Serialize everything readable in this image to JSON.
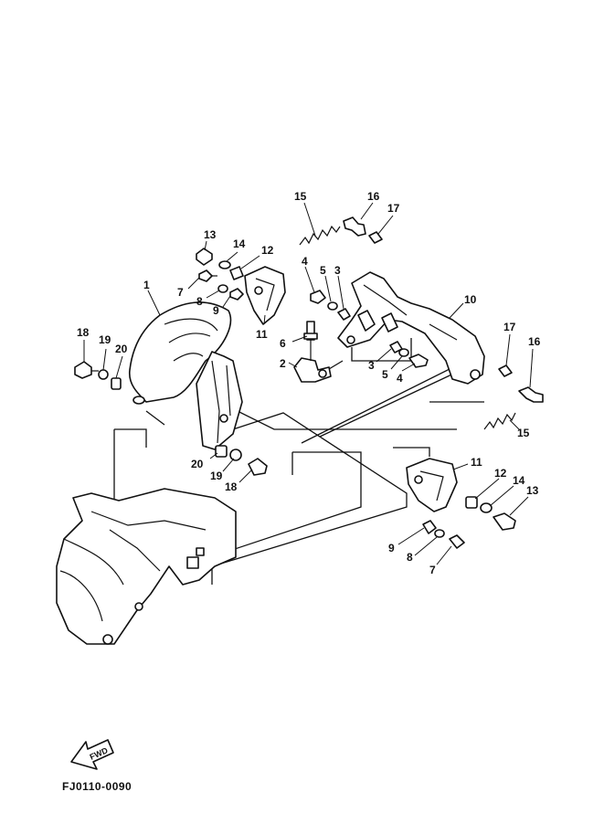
{
  "callouts": [
    {
      "id": "c1",
      "text": "1"
    },
    {
      "id": "c2",
      "text": "2"
    },
    {
      "id": "c3a",
      "text": "3"
    },
    {
      "id": "c3b",
      "text": "3"
    },
    {
      "id": "c4a",
      "text": "4"
    },
    {
      "id": "c4b",
      "text": "4"
    },
    {
      "id": "c5a",
      "text": "5"
    },
    {
      "id": "c5b",
      "text": "5"
    },
    {
      "id": "c6",
      "text": "6"
    },
    {
      "id": "c7a",
      "text": "7"
    },
    {
      "id": "c7b",
      "text": "7"
    },
    {
      "id": "c8a",
      "text": "8"
    },
    {
      "id": "c8b",
      "text": "8"
    },
    {
      "id": "c9a",
      "text": "9"
    },
    {
      "id": "c9b",
      "text": "9"
    },
    {
      "id": "c10",
      "text": "10"
    },
    {
      "id": "c11a",
      "text": "11"
    },
    {
      "id": "c11b",
      "text": "11"
    },
    {
      "id": "c12a",
      "text": "12"
    },
    {
      "id": "c12b",
      "text": "12"
    },
    {
      "id": "c13a",
      "text": "13"
    },
    {
      "id": "c13b",
      "text": "13"
    },
    {
      "id": "c14a",
      "text": "14"
    },
    {
      "id": "c14b",
      "text": "14"
    },
    {
      "id": "c15a",
      "text": "15"
    },
    {
      "id": "c15b",
      "text": "15"
    },
    {
      "id": "c16a",
      "text": "16"
    },
    {
      "id": "c16b",
      "text": "16"
    },
    {
      "id": "c17a",
      "text": "17"
    },
    {
      "id": "c17b",
      "text": "17"
    },
    {
      "id": "c18a",
      "text": "18"
    },
    {
      "id": "c18b",
      "text": "18"
    },
    {
      "id": "c19a",
      "text": "19"
    },
    {
      "id": "c19b",
      "text": "19"
    },
    {
      "id": "c20a",
      "text": "20"
    },
    {
      "id": "c20b",
      "text": "20"
    }
  ],
  "fwd_label": "FWD",
  "figure_code": "FJ0110-0090"
}
